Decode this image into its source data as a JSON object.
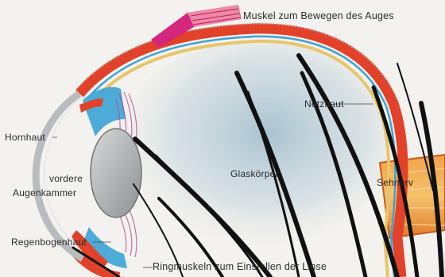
{
  "diagram": {
    "labels": {
      "muscle": "Muskel zum Bewegen des Auges",
      "retina": "Netzhaut",
      "cornea": "Hornhaut",
      "anterior_chamber_line1": "vordere",
      "anterior_chamber_line2": "Augenkammer",
      "vitreous": "Glaskörper",
      "optic_nerve": "Sehnerv",
      "iris": "Regenbogenhaut",
      "ciliary_muscles": "Ringmuskeln zum Einstellen der Linse"
    },
    "colors": {
      "paper": "#f4f2ee",
      "sclera_red": "#e2412a",
      "muscle_pink": "#d4267a",
      "choroid_blue": "#3aa3d6",
      "retina_yellow": "#e9c46a",
      "lens_gray": "#a9acae",
      "cornea_gray": "#b9bcbf",
      "nerve_orange": "#e8933a",
      "vitreous_blue": "#8fb3c6",
      "eyelash_black": "#111111"
    }
  }
}
